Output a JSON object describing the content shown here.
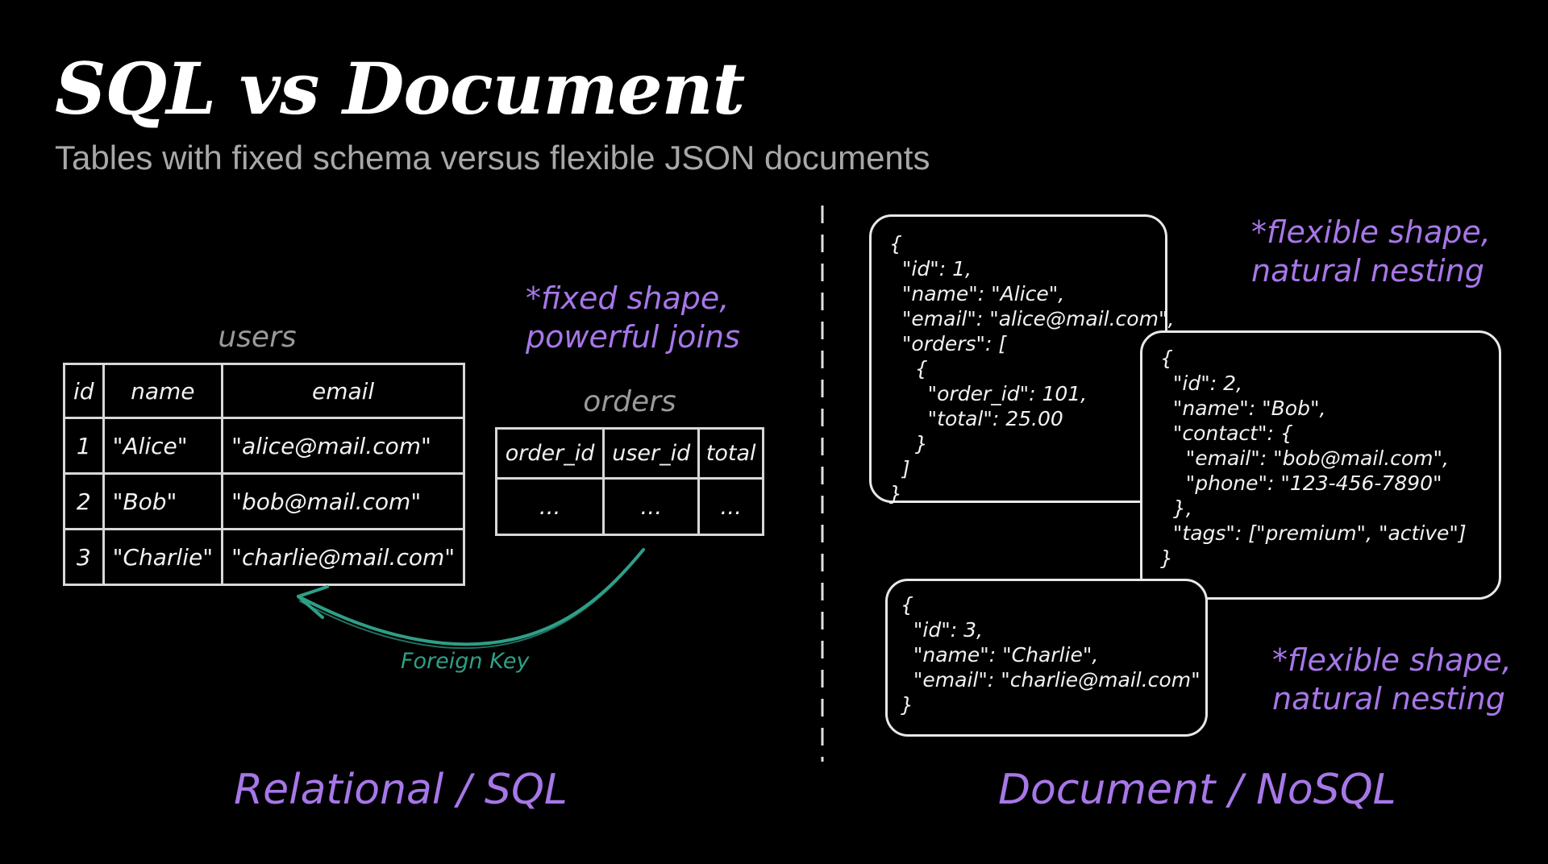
{
  "title": "SQL vs Document",
  "subtitle": "Tables with fixed schema versus flexible JSON documents",
  "relational": {
    "note_line1": "*fixed shape,",
    "note_line2": "powerful joins",
    "users": {
      "caption": "users",
      "headers": [
        "id",
        "name",
        "email"
      ],
      "rows": [
        [
          "1",
          "\"Alice\"",
          "\"alice@mail.com\""
        ],
        [
          "2",
          "\"Bob\"",
          "\"bob@mail.com\""
        ],
        [
          "3",
          "\"Charlie\"",
          "\"charlie@mail.com\""
        ]
      ]
    },
    "orders": {
      "caption": "orders",
      "headers": [
        "order_id",
        "user_id",
        "total"
      ],
      "rows": [
        [
          "...",
          "...",
          "..."
        ]
      ]
    },
    "foreign_key_label": "Foreign Key",
    "section_label": "Relational / SQL"
  },
  "document": {
    "docs": [
      "{\n  \"id\": 1,\n  \"name\": \"Alice\",\n  \"email\": \"alice@mail.com\",\n  \"orders\": [\n    {\n      \"order_id\": 101,\n      \"total\": 25.00\n    }\n  ]\n}",
      "{\n  \"id\": 2,\n  \"name\": \"Bob\",\n  \"contact\": {\n    \"email\": \"bob@mail.com\",\n    \"phone\": \"123-456-7890\"\n  },\n  \"tags\": [\"premium\", \"active\"]\n}",
      "{\n  \"id\": 3,\n  \"name\": \"Charlie\",\n  \"email\": \"charlie@mail.com\"\n}"
    ],
    "note_top_line1": "*flexible shape,",
    "note_top_line2": "natural nesting",
    "note_bottom_line1": "*flexible shape,",
    "note_bottom_line2": "natural nesting",
    "section_label": "Document / NoSQL"
  },
  "colors": {
    "accent": "#a777e8",
    "foreign_key": "#2f9f87",
    "background": "#000000"
  }
}
